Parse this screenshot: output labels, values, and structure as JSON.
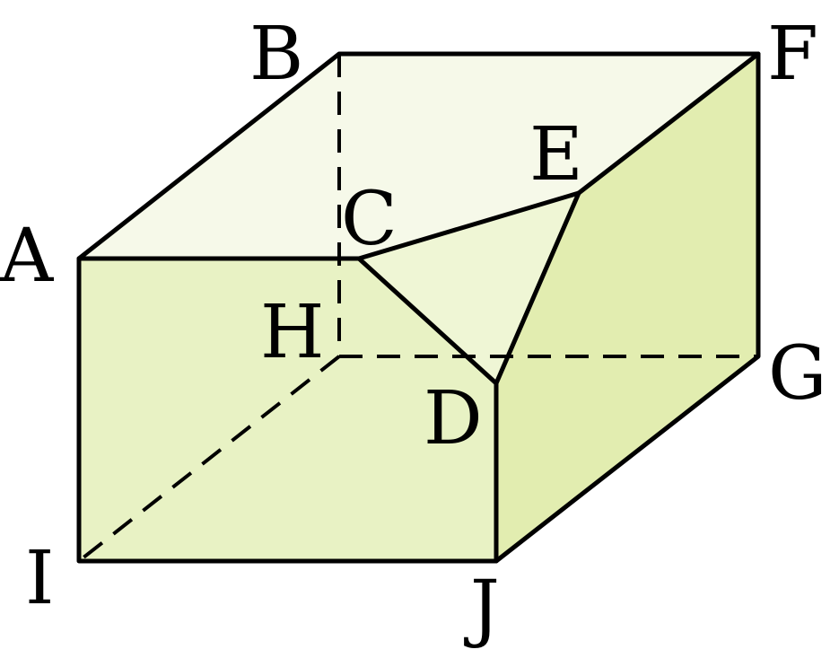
{
  "diagram": {
    "vertices": {
      "A": "A",
      "B": "B",
      "C": "C",
      "D": "D",
      "E": "E",
      "F": "F",
      "G": "G",
      "H": "H",
      "I": "I",
      "J": "J"
    },
    "colors": {
      "top_face": "#f6f9e9",
      "cut_face": "#eff6d5",
      "front_face": "#e8f2c4",
      "right_face": "#e2edb0",
      "edge": "#000000"
    }
  }
}
